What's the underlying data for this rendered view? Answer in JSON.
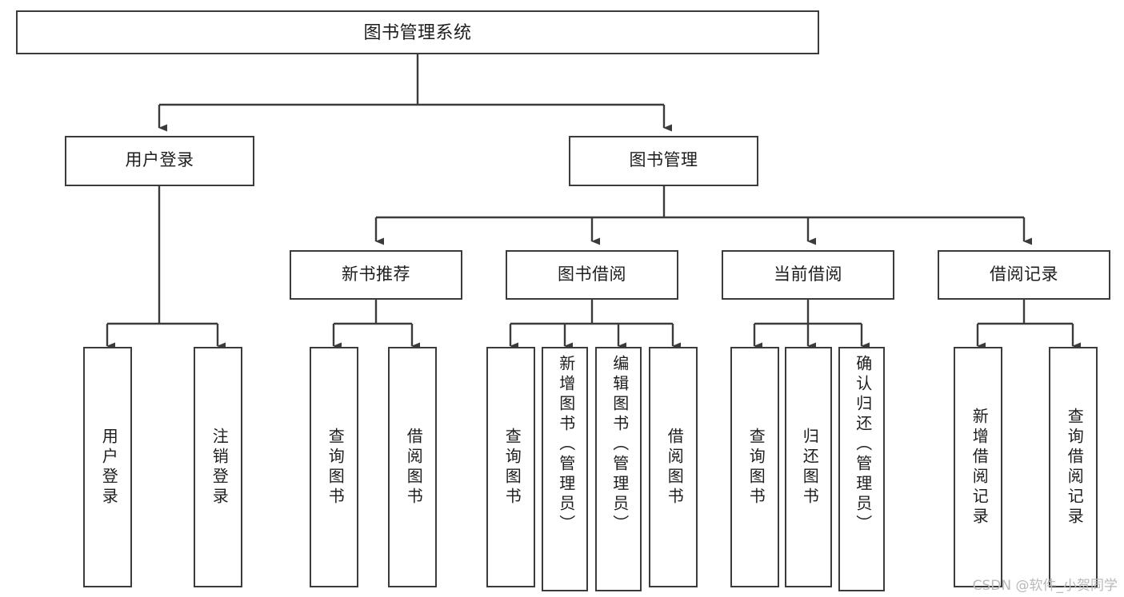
{
  "diagram": {
    "title": "图书管理系统",
    "type": "tree",
    "stroke_color": "#3b3b3b",
    "text_color": "#1d1d1d",
    "background": "#ffffff",
    "nodes": {
      "root": {
        "label": "图书管理系统"
      },
      "level2": [
        {
          "id": "user-login",
          "label": "用户登录"
        },
        {
          "id": "book-manage",
          "label": "图书管理"
        }
      ],
      "level3": [
        {
          "id": "new-book-recommend",
          "label": "新书推荐"
        },
        {
          "id": "book-borrow",
          "label": "图书借阅"
        },
        {
          "id": "current-borrow",
          "label": "当前借阅"
        },
        {
          "id": "borrow-record",
          "label": "借阅记录"
        }
      ],
      "leaves": {
        "user_login": [
          {
            "id": "leaf-user-login",
            "label": "用户登录"
          },
          {
            "id": "leaf-logout-login",
            "label": "注销登录"
          }
        ],
        "new_book_recommend": [
          {
            "id": "leaf-query-book-1",
            "label": "查询图书"
          },
          {
            "id": "leaf-borrow-book-1",
            "label": "借阅图书"
          }
        ],
        "book_borrow": [
          {
            "id": "leaf-query-book-2",
            "label": "查询图书"
          },
          {
            "id": "leaf-add-book",
            "label": "新增图书（管理员）"
          },
          {
            "id": "leaf-edit-book",
            "label": "编辑图书（管理员）"
          },
          {
            "id": "leaf-borrow-book-2",
            "label": "借阅图书"
          }
        ],
        "current_borrow": [
          {
            "id": "leaf-query-book-3",
            "label": "查询图书"
          },
          {
            "id": "leaf-return-book",
            "label": "归还图书"
          },
          {
            "id": "leaf-confirm-return",
            "label": "确认归还（管理员）"
          }
        ],
        "borrow_record": [
          {
            "id": "leaf-add-record",
            "label": "新增借阅记录"
          },
          {
            "id": "leaf-query-record",
            "label": "查询借阅记录"
          }
        ]
      }
    }
  },
  "watermark": {
    "text": "CSDN @软件_小贺同学"
  }
}
